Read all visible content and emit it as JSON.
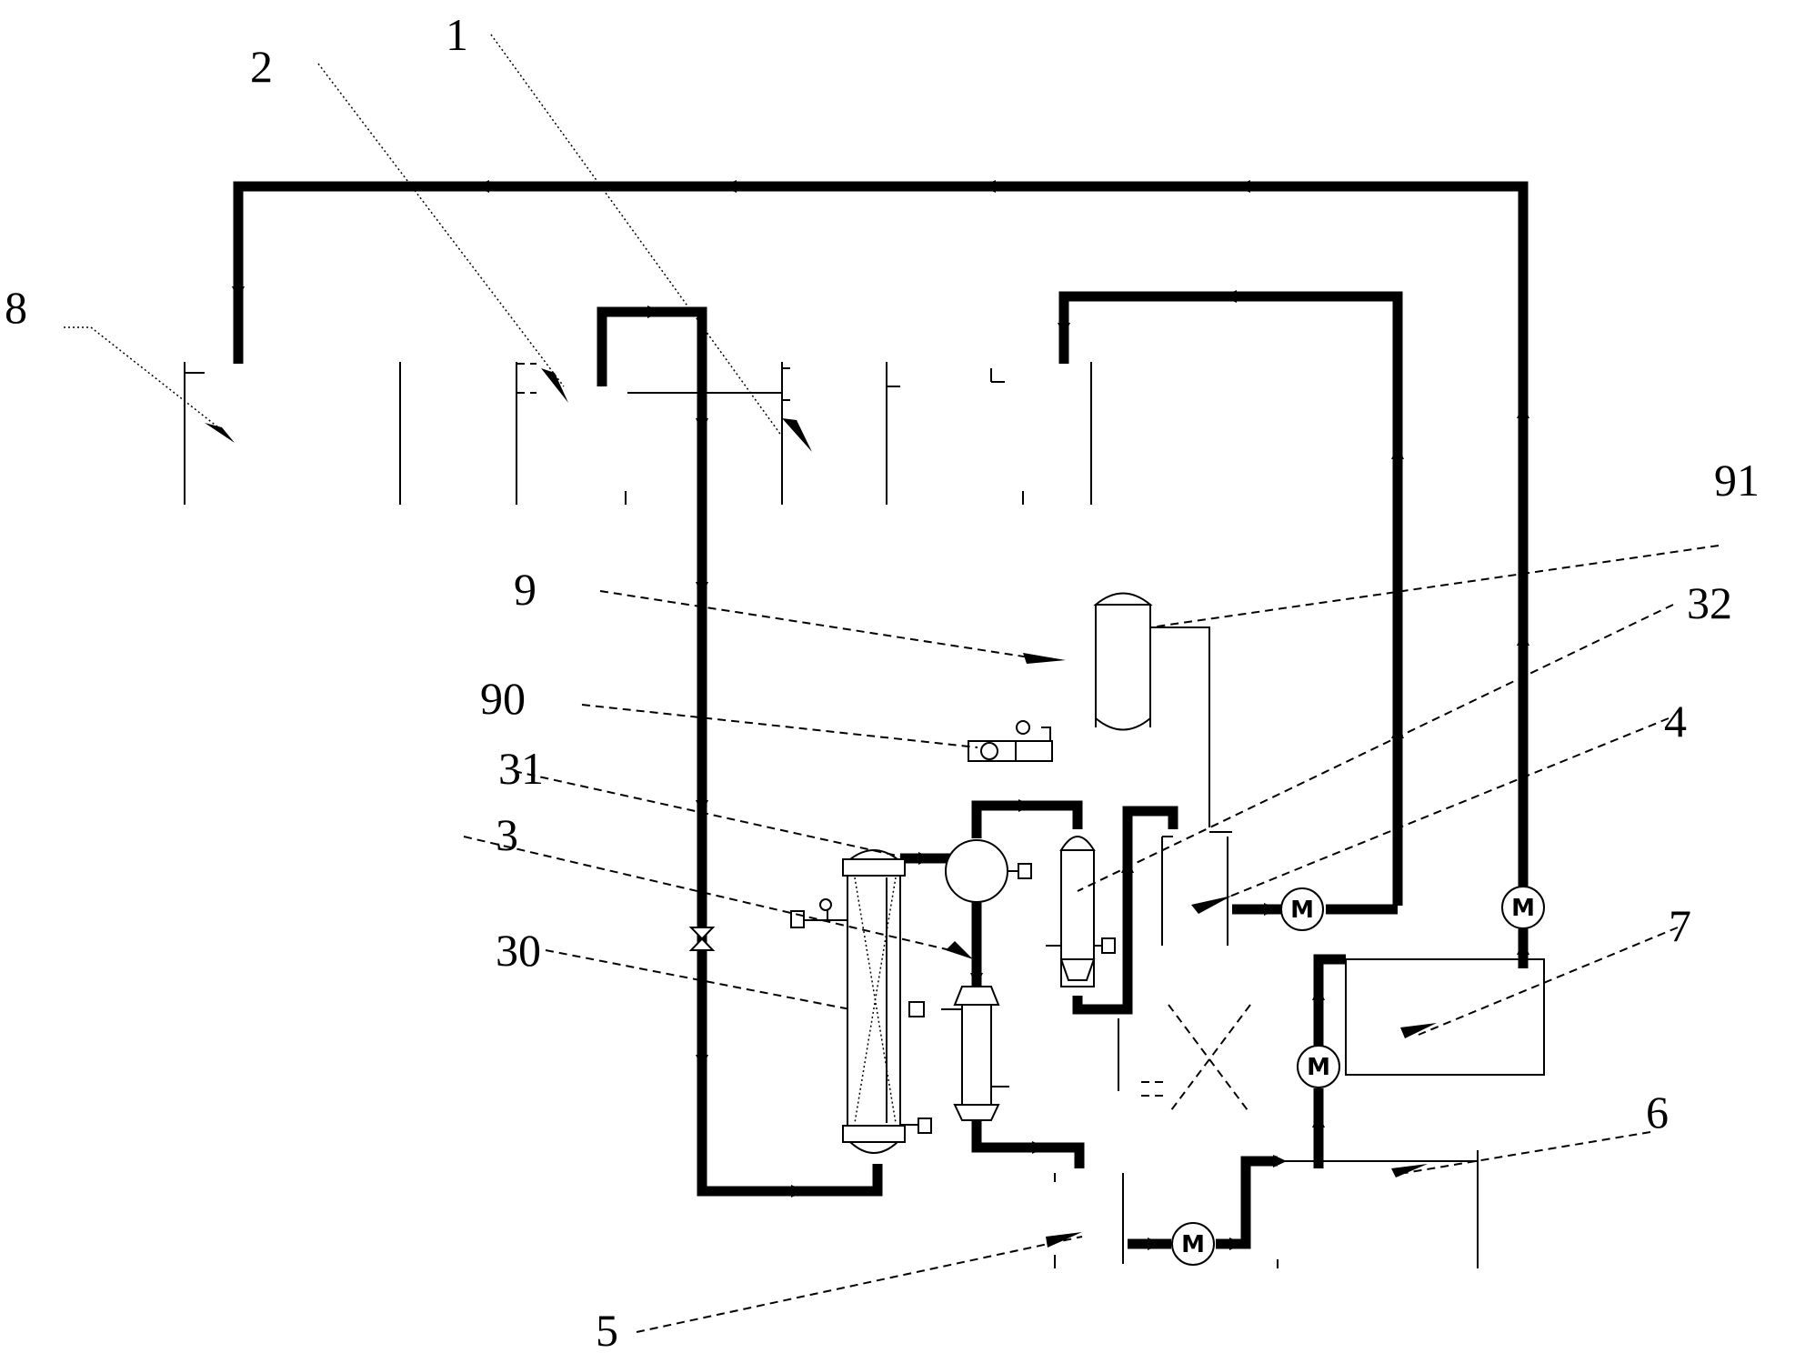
{
  "labels": {
    "l1": "1",
    "l2": "2",
    "l3": "3",
    "l4": "4",
    "l5": "5",
    "l6": "6",
    "l7": "7",
    "l8": "8",
    "l9": "9",
    "l30": "30",
    "l31": "31",
    "l32": "32",
    "l90": "90",
    "l91": "91"
  },
  "motor_symbol": "M"
}
